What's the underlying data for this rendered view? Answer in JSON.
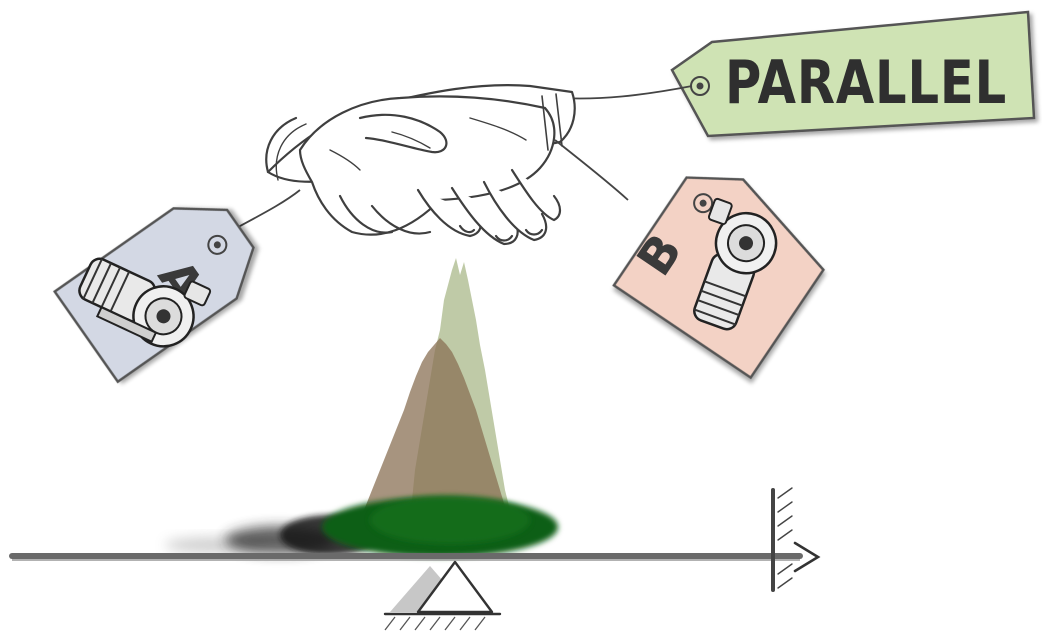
{
  "tags": {
    "parallel": {
      "label": "PARALLEL",
      "color": "#cfe3b4"
    },
    "a": {
      "label": "A",
      "color": "#d3d8e4"
    },
    "b": {
      "label": "B",
      "color": "#f3d2c5"
    }
  },
  "colors": {
    "ink": "#3a3a3a",
    "hist_olive": "#a9b88a",
    "hist_brown": "#8a7054",
    "blob_dark_green": "#0f5e14",
    "blob_black": "#141414",
    "fulcrum": "#bdbdbd"
  },
  "icons": {
    "hands": "handshake-icon",
    "machine_a": "pump-machine-icon",
    "machine_b": "pump-machine-icon",
    "fulcrum": "fulcrum-icon",
    "axis_arrow": "arrow-right-icon"
  }
}
